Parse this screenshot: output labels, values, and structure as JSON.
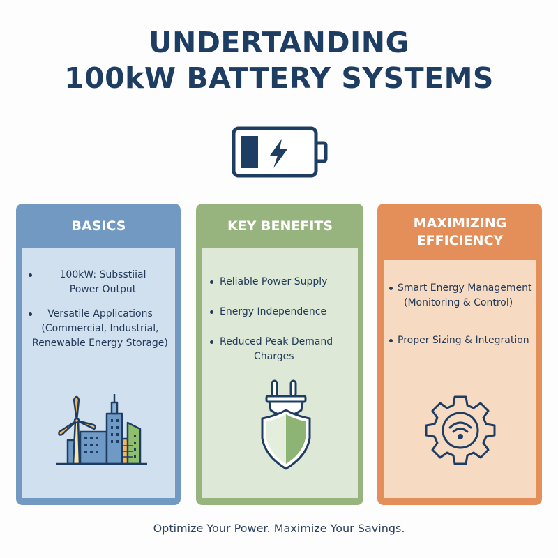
{
  "title": {
    "line1": "UNDERTANDING",
    "line2": "100kW BATTERY SYSTEMS"
  },
  "header_icon": "battery-charging-icon",
  "cards": [
    {
      "heading": "BASICS",
      "color": "#7299c1",
      "body_color": "#d0e0ef",
      "bullets": [
        {
          "line1": "100kW: Subsstiial",
          "line2": "Power Output"
        },
        {
          "line1": "Versatile Applications",
          "line2": "(Commercial, Industrial,",
          "line3": "Renewable Energy Storage)"
        }
      ],
      "icon": "city-wind-turbine-icon"
    },
    {
      "heading": "KEY BENEFITS",
      "color": "#97b37e",
      "body_color": "#dde9d6",
      "bullets": [
        {
          "line1": "Reliable Power Supply"
        },
        {
          "line1": "Energy Independence"
        },
        {
          "line1": "Reduced Peak Demand",
          "line2": "Charges"
        }
      ],
      "icon": "plug-shield-icon"
    },
    {
      "heading_line1": "MAXIMIZING",
      "heading_line2": "EFFICIENCY",
      "color": "#e48f59",
      "body_color": "#f7dac2",
      "bullets": [
        {
          "line1": "Smart Energy Management",
          "line2": "(Monitoring & Control)"
        },
        {
          "line1": "Proper Sizing & Integration"
        }
      ],
      "icon": "gear-wifi-icon"
    }
  ],
  "tagline": "Optimize Your Power. Maximize Your Savings.",
  "colors": {
    "title": "#1e3d63",
    "text": "#223a58",
    "background": "#fdfdfd"
  }
}
